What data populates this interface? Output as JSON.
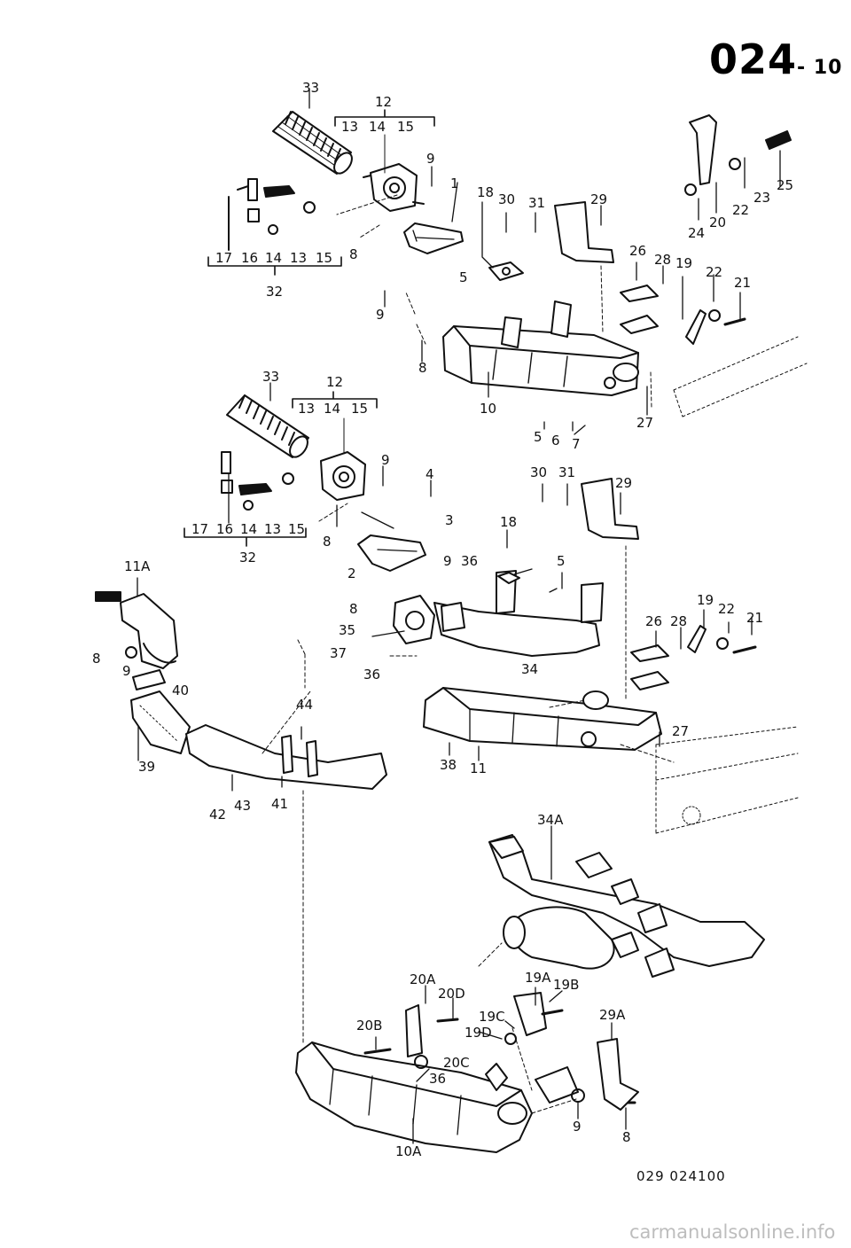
{
  "page_number": "024",
  "page_suffix": "- 10",
  "figure_code": "029  024100",
  "watermark": "carmanualsonline.info",
  "callouts": {
    "a33": "33",
    "a12": "12",
    "a13": "13",
    "a14": "14",
    "a15": "15",
    "a9a": "9",
    "a1": "1",
    "a18": "18",
    "a30": "30",
    "a31": "31",
    "a29": "29",
    "a17": "17",
    "a16": "16",
    "a14b": "14",
    "a13b": "13",
    "a15b": "15",
    "a8a": "8",
    "a32": "32",
    "a25": "25",
    "a23": "23",
    "a22": "22",
    "a20": "20",
    "a24": "24",
    "a26": "26",
    "a28": "28",
    "a19": "19",
    "a22b": "22",
    "a21": "21",
    "a5": "5",
    "a9b": "9",
    "a8b": "8",
    "a10": "10",
    "a5b": "5",
    "a6": "6",
    "a7": "7",
    "a27": "27",
    "b33": "33",
    "b12": "12",
    "b13": "13",
    "b14": "14",
    "b15": "15",
    "b9": "9",
    "b17": "17",
    "b16": "16",
    "b14b": "14",
    "b13b": "13",
    "b15b": "15",
    "b8": "8",
    "b32": "32",
    "b4": "4",
    "b3": "3",
    "b30": "30",
    "b31": "31",
    "b29": "29",
    "b18": "18",
    "b2": "2",
    "b9b": "9",
    "b36": "36",
    "b5": "5",
    "b11A": "11A",
    "b8b": "8",
    "b35": "35",
    "b8c": "8",
    "b9c": "9",
    "b40": "40",
    "b37": "37",
    "b36b": "36",
    "b34": "34",
    "b19": "19",
    "b22": "22",
    "b21": "21",
    "b26": "26",
    "b28": "28",
    "b27": "27",
    "b44": "44",
    "b39": "39",
    "b38": "38",
    "b11": "11",
    "b41": "41",
    "b42": "42",
    "b43": "43",
    "c34A": "34A",
    "c20A": "20A",
    "c20D": "20D",
    "c19A": "19A",
    "c19B": "19B",
    "c20B": "20B",
    "c19C": "19C",
    "c19D": "19D",
    "c29A": "29A",
    "c20C": "20C",
    "c36": "36",
    "c10A": "10A",
    "c9": "9",
    "c8": "8"
  }
}
